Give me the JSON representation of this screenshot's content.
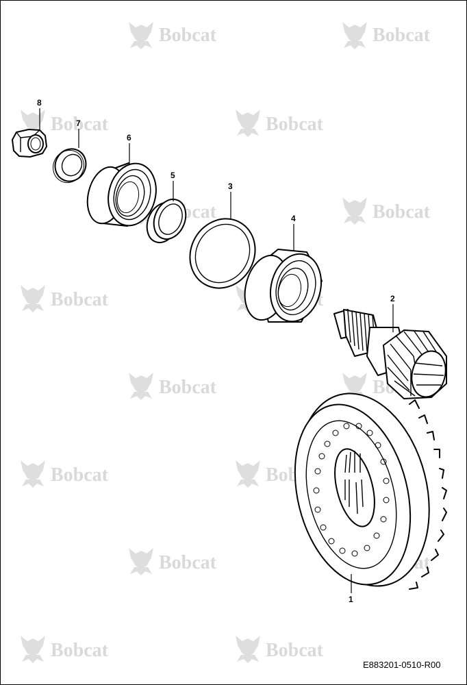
{
  "watermark": {
    "brand": "Bobcat",
    "mark": "bobcat-head-logo"
  },
  "callouts": [
    {
      "id": "callout-1",
      "label": "1"
    },
    {
      "id": "callout-2",
      "label": "2"
    },
    {
      "id": "callout-3",
      "label": "3"
    },
    {
      "id": "callout-4",
      "label": "4"
    },
    {
      "id": "callout-5",
      "label": "5"
    },
    {
      "id": "callout-6",
      "label": "6"
    },
    {
      "id": "callout-7",
      "label": "7"
    },
    {
      "id": "callout-8",
      "label": "8"
    }
  ],
  "drawing_number": "E883201-0510-R00",
  "colors": {
    "line": "#000000",
    "watermark": "#d9d9d9",
    "background": "#ffffff"
  }
}
